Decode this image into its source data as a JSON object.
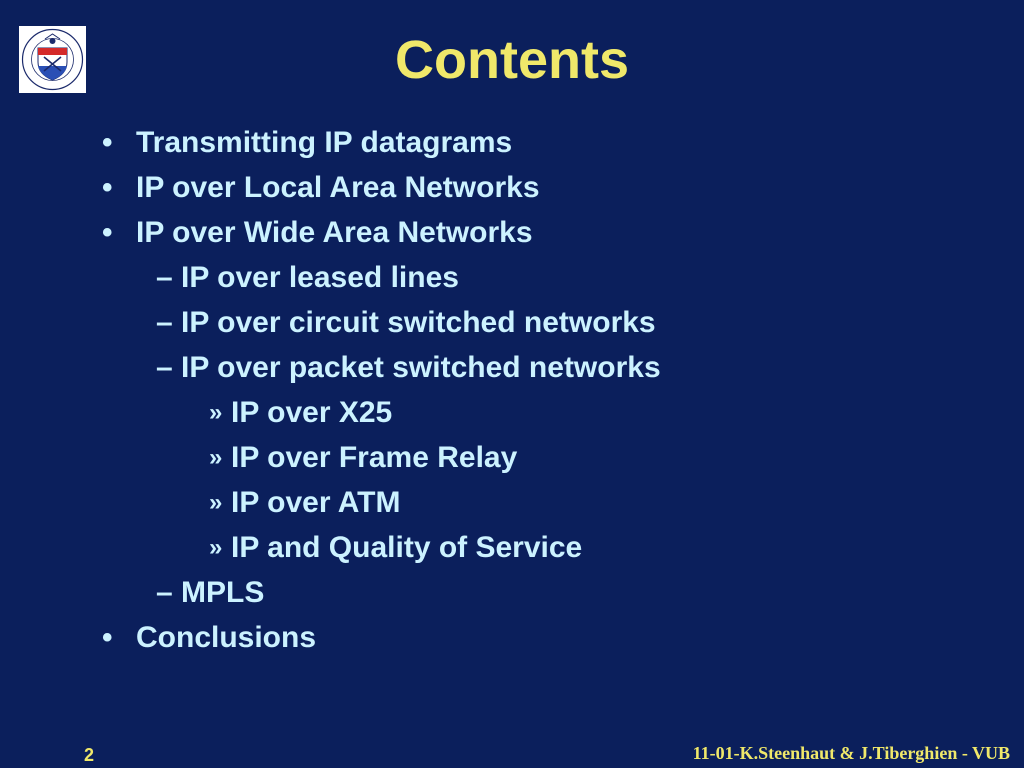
{
  "slide": {
    "title": "Contents",
    "page_number": "2",
    "footer": "11-01-K.Steenhaut & J.Tiberghien - VUB"
  },
  "logo": {
    "icon": "university-seal-icon",
    "seal_text": "VRIJE UNIVERSITEIT BRUSSEL · SCIENTIA VINCERE TENEBRAS"
  },
  "outline": {
    "items": [
      {
        "level": 1,
        "marker": "•",
        "label": "Transmitting IP datagrams"
      },
      {
        "level": 1,
        "marker": "•",
        "label": "IP over Local Area Networks"
      },
      {
        "level": 1,
        "marker": "•",
        "label": "IP over Wide Area Networks"
      },
      {
        "level": 2,
        "marker": "–",
        "label": "IP over leased lines"
      },
      {
        "level": 2,
        "marker": "–",
        "label": "IP over circuit switched networks"
      },
      {
        "level": 2,
        "marker": "–",
        "label": "IP over packet switched networks"
      },
      {
        "level": 3,
        "marker": "»",
        "label": "IP over X25"
      },
      {
        "level": 3,
        "marker": "»",
        "label": "IP over Frame Relay"
      },
      {
        "level": 3,
        "marker": "»",
        "label": "IP over ATM"
      },
      {
        "level": 3,
        "marker": "»",
        "label": "IP and Quality of Service"
      },
      {
        "level": 2,
        "marker": "–",
        "label": "MPLS"
      },
      {
        "level": 1,
        "marker": "•",
        "label": "Conclusions"
      }
    ]
  },
  "colors": {
    "background": "#0b1f5c",
    "title": "#f0e86a",
    "body_text": "#ccf2ff",
    "footer": "#f0e86a"
  }
}
